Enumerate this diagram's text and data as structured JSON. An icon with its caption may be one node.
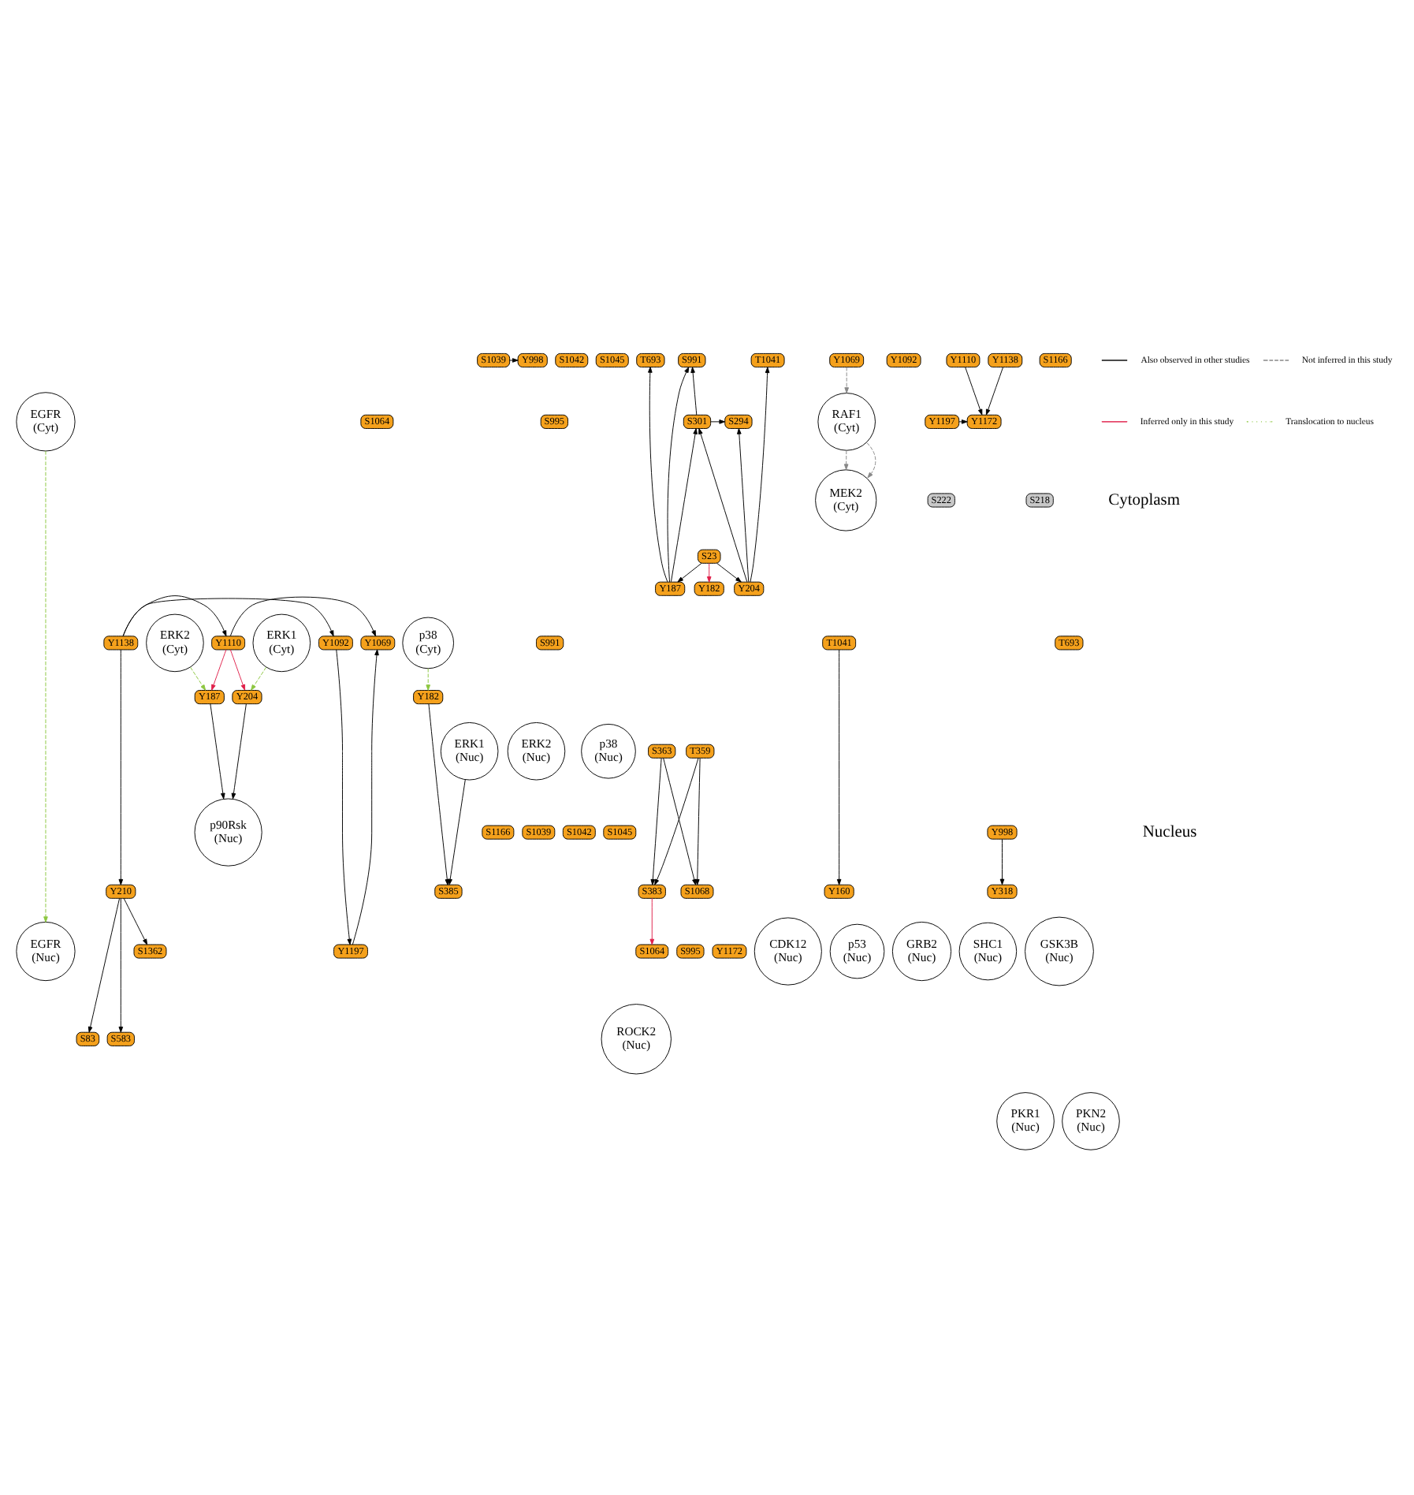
{
  "diagram": {
    "nodes": [
      {
        "text": [
          "EGFR",
          "(Cyt)"
        ]
      },
      {
        "text": [
          "S1039"
        ]
      },
      {
        "text": [
          "S1042"
        ]
      },
      {
        "text": [
          "S1045"
        ]
      },
      {
        "text": [
          "S1064"
        ]
      },
      {
        "text": [
          "S995"
        ]
      },
      {
        "text": [
          "S991"
        ]
      },
      {
        "text": [
          "T1041"
        ]
      },
      {
        "text": [
          "T693"
        ]
      },
      {
        "text": [
          "Y1069"
        ]
      },
      {
        "text": [
          "Y1092"
        ]
      },
      {
        "text": [
          "Y1110"
        ]
      },
      {
        "text": [
          "Y1138"
        ]
      },
      {
        "text": [
          "Y1172"
        ]
      },
      {
        "text": [
          "Y1197"
        ]
      },
      {
        "text": [
          "Y998"
        ]
      },
      {
        "text": [
          "S1166"
        ]
      },
      {
        "text": [
          "RAF1",
          "(Cyt)"
        ]
      },
      {
        "text": [
          "S301"
        ]
      },
      {
        "text": [
          "S294"
        ]
      },
      {
        "text": [
          "MEK2",
          "(Cyt)"
        ]
      },
      {
        "text": [
          "S222"
        ]
      },
      {
        "text": [
          "S218"
        ]
      },
      {
        "text": [
          "S23"
        ]
      },
      {
        "text": [
          "ERK2",
          "(Cyt)"
        ]
      },
      {
        "text": [
          "Y187"
        ]
      },
      {
        "text": [
          "ERK1",
          "(Cyt)"
        ]
      },
      {
        "text": [
          "Y204"
        ]
      },
      {
        "text": [
          "p38",
          "(Cyt)"
        ]
      },
      {
        "text": [
          "Y182"
        ]
      },
      {
        "text": [
          "ERK2",
          "(Nuc)"
        ]
      },
      {
        "text": [
          "Y187"
        ]
      },
      {
        "text": [
          "ERK1",
          "(Nuc)"
        ]
      },
      {
        "text": [
          "Y204"
        ]
      },
      {
        "text": [
          "p38",
          "(Nuc)"
        ]
      },
      {
        "text": [
          "Y182"
        ]
      },
      {
        "text": [
          "EGFR",
          "(Nuc)"
        ]
      },
      {
        "text": [
          "S1166"
        ]
      },
      {
        "text": [
          "S1039"
        ]
      },
      {
        "text": [
          "S1042"
        ]
      },
      {
        "text": [
          "S1045"
        ]
      },
      {
        "text": [
          "S1064"
        ]
      },
      {
        "text": [
          "S995"
        ]
      },
      {
        "text": [
          "S991"
        ]
      },
      {
        "text": [
          "T1041"
        ]
      },
      {
        "text": [
          "T693"
        ]
      },
      {
        "text": [
          "Y1069"
        ]
      },
      {
        "text": [
          "Y1092"
        ]
      },
      {
        "text": [
          "Y1110"
        ]
      },
      {
        "text": [
          "Y1138"
        ]
      },
      {
        "text": [
          "Y1172"
        ]
      },
      {
        "text": [
          "Y1197"
        ]
      },
      {
        "text": [
          "Y998"
        ]
      },
      {
        "text": [
          "p90Rsk",
          "(Nuc)"
        ]
      },
      {
        "text": [
          "S363"
        ]
      },
      {
        "text": [
          "T359"
        ]
      },
      {
        "text": [
          "CDK12",
          "(Nuc)"
        ]
      },
      {
        "text": [
          "S383"
        ]
      },
      {
        "text": [
          "S385"
        ]
      },
      {
        "text": [
          "p53",
          "(Nuc)"
        ]
      },
      {
        "text": [
          "S1068"
        ]
      },
      {
        "text": [
          "GRB2",
          "(Nuc)"
        ]
      },
      {
        "text": [
          "Y160"
        ]
      },
      {
        "text": [
          "SHC1",
          "(Nuc)"
        ]
      },
      {
        "text": [
          "Y318"
        ]
      },
      {
        "text": [
          "GSK3B",
          "(Nuc)"
        ]
      },
      {
        "text": [
          "Y210"
        ]
      },
      {
        "text": [
          "ROCK2",
          "(Nuc)"
        ]
      },
      {
        "text": [
          "S1362"
        ]
      },
      {
        "text": [
          "PKR1",
          "(Nuc)"
        ]
      },
      {
        "text": [
          "S83"
        ]
      },
      {
        "text": [
          "PKN2",
          "(Nuc)"
        ]
      },
      {
        "text": [
          "S583"
        ]
      }
    ],
    "edges": [
      {
        "from": 1,
        "to": 15,
        "arrow": "to"
      },
      {
        "from": 14,
        "to": 13,
        "arrow": "to"
      },
      {
        "from": 12,
        "to": 13,
        "arrow": "to"
      },
      {
        "from": 11,
        "to": 13,
        "arrow": "to"
      },
      {
        "from": 9,
        "to": 17,
        "arrow": "to",
        "style": "dashed",
        "color": "#888888"
      },
      {
        "from": 17,
        "to": 20,
        "arrow": "to",
        "style": "dashed",
        "color": "#888888"
      },
      {
        "from": 17,
        "to": 20,
        "arrow": "to",
        "style": "dashed",
        "color": "#888888"
      },
      {
        "from": 25,
        "to": 18,
        "arrow": "to"
      },
      {
        "from": 25,
        "to": 8,
        "arrow": "to"
      },
      {
        "from": 25,
        "to": 6,
        "arrow": "to"
      },
      {
        "from": 27,
        "to": 19,
        "arrow": "to"
      },
      {
        "from": 27,
        "to": 7,
        "arrow": "to"
      },
      {
        "from": 27,
        "to": 18,
        "arrow": "to"
      },
      {
        "from": 18,
        "to": 19,
        "arrow": "to"
      },
      {
        "from": 18,
        "to": 6,
        "arrow": "to"
      },
      {
        "from": 23,
        "to": 25,
        "arrow": "to"
      },
      {
        "from": 23,
        "to": 27,
        "arrow": "to"
      },
      {
        "from": 23,
        "to": 29,
        "arrow": "to",
        "color": "#e0204a"
      },
      {
        "from": 0,
        "to": 36,
        "arrow": "to",
        "style": "dashed",
        "color": "#8cc63f"
      },
      {
        "from": 24,
        "to": 31,
        "arrow": "to",
        "style": "dashed",
        "color": "#8cc63f"
      },
      {
        "from": 26,
        "to": 33,
        "arrow": "to",
        "style": "dashed",
        "color": "#8cc63f"
      },
      {
        "from": 28,
        "to": 35,
        "arrow": "to",
        "style": "dashed",
        "color": "#8cc63f"
      },
      {
        "from": 48,
        "to": 31,
        "arrow": "to",
        "color": "#e0204a"
      },
      {
        "from": 48,
        "to": 33,
        "arrow": "to",
        "color": "#e0204a"
      },
      {
        "from": 57,
        "to": 41,
        "arrow": "to",
        "color": "#e0204a"
      },
      {
        "from": 52,
        "to": 64,
        "arrow": "to"
      },
      {
        "from": 49,
        "to": 48,
        "arrow": "to"
      },
      {
        "from": 49,
        "to": 47,
        "arrow": "to"
      },
      {
        "from": 51,
        "to": 46,
        "arrow": "to"
      },
      {
        "from": 48,
        "to": 46,
        "arrow": "to"
      },
      {
        "from": 47,
        "to": 51,
        "arrow": "to"
      },
      {
        "from": 49,
        "to": 66,
        "arrow": "to"
      },
      {
        "from": 44,
        "to": 62,
        "arrow": "to"
      },
      {
        "from": 31,
        "to": 53,
        "arrow": "to"
      },
      {
        "from": 33,
        "to": 53,
        "arrow": "to"
      },
      {
        "from": 32,
        "to": 58,
        "arrow": "to"
      },
      {
        "from": 35,
        "to": 58,
        "arrow": "to"
      },
      {
        "from": 54,
        "to": 57,
        "arrow": "to"
      },
      {
        "from": 55,
        "to": 57,
        "arrow": "to"
      },
      {
        "from": 55,
        "to": 60,
        "arrow": "to"
      },
      {
        "from": 54,
        "to": 60,
        "arrow": "to"
      },
      {
        "from": 66,
        "to": 68,
        "arrow": "to"
      },
      {
        "from": 66,
        "to": 72,
        "arrow": "to"
      },
      {
        "from": 66,
        "to": 70,
        "arrow": "to"
      }
    ],
    "labels": [
      "Cytoplasm",
      "Nucleus"
    ],
    "legend": [
      {
        "text": "Also observed in other studies"
      },
      {
        "text": "Inferred only in this study"
      },
      {
        "text": "Not inferred in this study"
      },
      {
        "text": "Translocation to nucleus"
      }
    ]
  }
}
